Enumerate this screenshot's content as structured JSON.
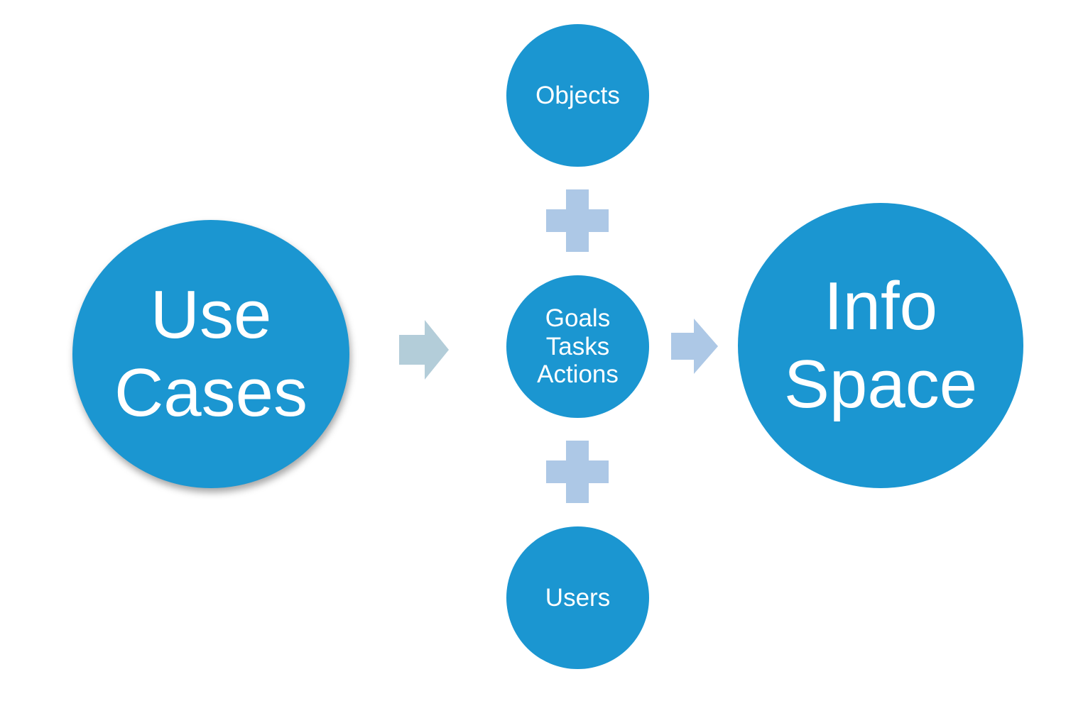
{
  "diagram": {
    "use_cases": {
      "lines": [
        "Use",
        "Cases"
      ]
    },
    "objects": {
      "label": "Objects"
    },
    "goals_tasks_actions": {
      "lines": [
        "Goals",
        "Tasks",
        "Actions"
      ]
    },
    "users": {
      "label": "Users"
    },
    "info_space": {
      "lines": [
        "Info",
        "Space"
      ]
    }
  },
  "colors": {
    "node_fill": "#1B96D1",
    "node_text": "#FFFFFF",
    "plus_fill": "#ADC8E6",
    "arrow_left_fill": "#B3CDD9",
    "arrow_right_fill": "#ADC8E6",
    "background": "#FFFFFF"
  },
  "icons": {
    "plus_top": "plus-icon",
    "plus_bottom": "plus-icon",
    "arrow_left": "right-arrow-icon",
    "arrow_right": "right-arrow-icon"
  }
}
